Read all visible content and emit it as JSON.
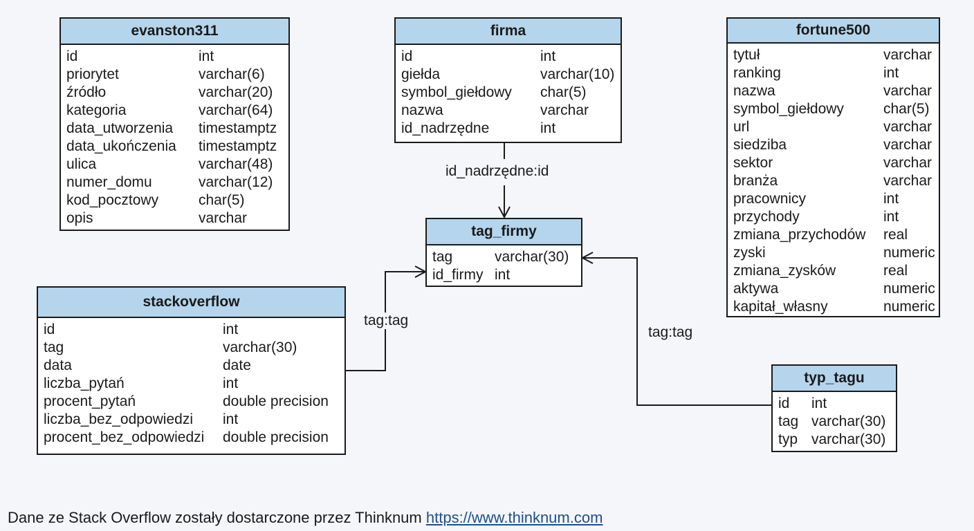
{
  "entities": {
    "evanston311": {
      "name": "evanston311",
      "columns": [
        {
          "name": "id",
          "type": "int"
        },
        {
          "name": "priorytet",
          "type": "varchar(6)"
        },
        {
          "name": "źródło",
          "type": "varchar(20)"
        },
        {
          "name": "kategoria",
          "type": "varchar(64)"
        },
        {
          "name": "data_utworzenia",
          "type": "timestamptz"
        },
        {
          "name": "data_ukończenia",
          "type": "timestamptz"
        },
        {
          "name": "ulica",
          "type": "varchar(48)"
        },
        {
          "name": "numer_domu",
          "type": "varchar(12)"
        },
        {
          "name": "kod_pocztowy",
          "type": "char(5)"
        },
        {
          "name": "opis",
          "type": "varchar"
        }
      ]
    },
    "firma": {
      "name": "firma",
      "columns": [
        {
          "name": "id",
          "type": "int"
        },
        {
          "name": "giełda",
          "type": "varchar(10)"
        },
        {
          "name": "symbol_giełdowy",
          "type": "char(5)"
        },
        {
          "name": "nazwa",
          "type": "varchar"
        },
        {
          "name": "id_nadrzędne",
          "type": "int"
        }
      ]
    },
    "fortune500": {
      "name": "fortune500",
      "columns": [
        {
          "name": "tytuł",
          "type": "varchar"
        },
        {
          "name": "ranking",
          "type": "int"
        },
        {
          "name": "nazwa",
          "type": "varchar"
        },
        {
          "name": "symbol_giełdowy",
          "type": "char(5)"
        },
        {
          "name": "url",
          "type": "varchar"
        },
        {
          "name": "siedziba",
          "type": "varchar"
        },
        {
          "name": "sektor",
          "type": "varchar"
        },
        {
          "name": "branża",
          "type": "varchar"
        },
        {
          "name": "pracownicy",
          "type": "int"
        },
        {
          "name": "przychody",
          "type": "int"
        },
        {
          "name": "zmiana_przychodów",
          "type": "real"
        },
        {
          "name": "zyski",
          "type": "numeric"
        },
        {
          "name": "zmiana_zysków",
          "type": "real"
        },
        {
          "name": "aktywa",
          "type": "numeric"
        },
        {
          "name": "kapitał_własny",
          "type": "numeric"
        }
      ]
    },
    "tag_firmy": {
      "name": "tag_firmy",
      "columns": [
        {
          "name": "tag",
          "type": "varchar(30)"
        },
        {
          "name": "id_firmy",
          "type": "int"
        }
      ]
    },
    "stackoverflow": {
      "name": "stackoverflow",
      "columns": [
        {
          "name": "id",
          "type": "int"
        },
        {
          "name": "tag",
          "type": "varchar(30)"
        },
        {
          "name": "data",
          "type": "date"
        },
        {
          "name": "liczba_pytań",
          "type": "int"
        },
        {
          "name": "procent_pytań",
          "type": "double precision"
        },
        {
          "name": "liczba_bez_odpowiedzi",
          "type": "int"
        },
        {
          "name": "procent_bez_odpowiedzi",
          "type": "double precision"
        }
      ]
    },
    "typ_tagu": {
      "name": "typ_tagu",
      "columns": [
        {
          "name": "id",
          "type": "int"
        },
        {
          "name": "tag",
          "type": "varchar(30)"
        },
        {
          "name": "typ",
          "type": "varchar(30)"
        }
      ]
    }
  },
  "relations": [
    {
      "from": "firma",
      "to": "tag_firmy",
      "label": "id_nadrzędne:id"
    },
    {
      "from": "stackoverflow",
      "to": "tag_firmy",
      "label": "tag:tag"
    },
    {
      "from": "typ_tagu",
      "to": "tag_firmy",
      "label": "tag:tag"
    }
  ],
  "colors": {
    "header_fill": "#b5d5ec",
    "border": "#1a1a1a",
    "background": "#f4f6f9",
    "link": "#1f4f8c"
  },
  "footer": {
    "text": "Dane ze Stack Overflow zostały dostarczone przez Thinknum",
    "link_text": "https://www.thinknum.com"
  }
}
